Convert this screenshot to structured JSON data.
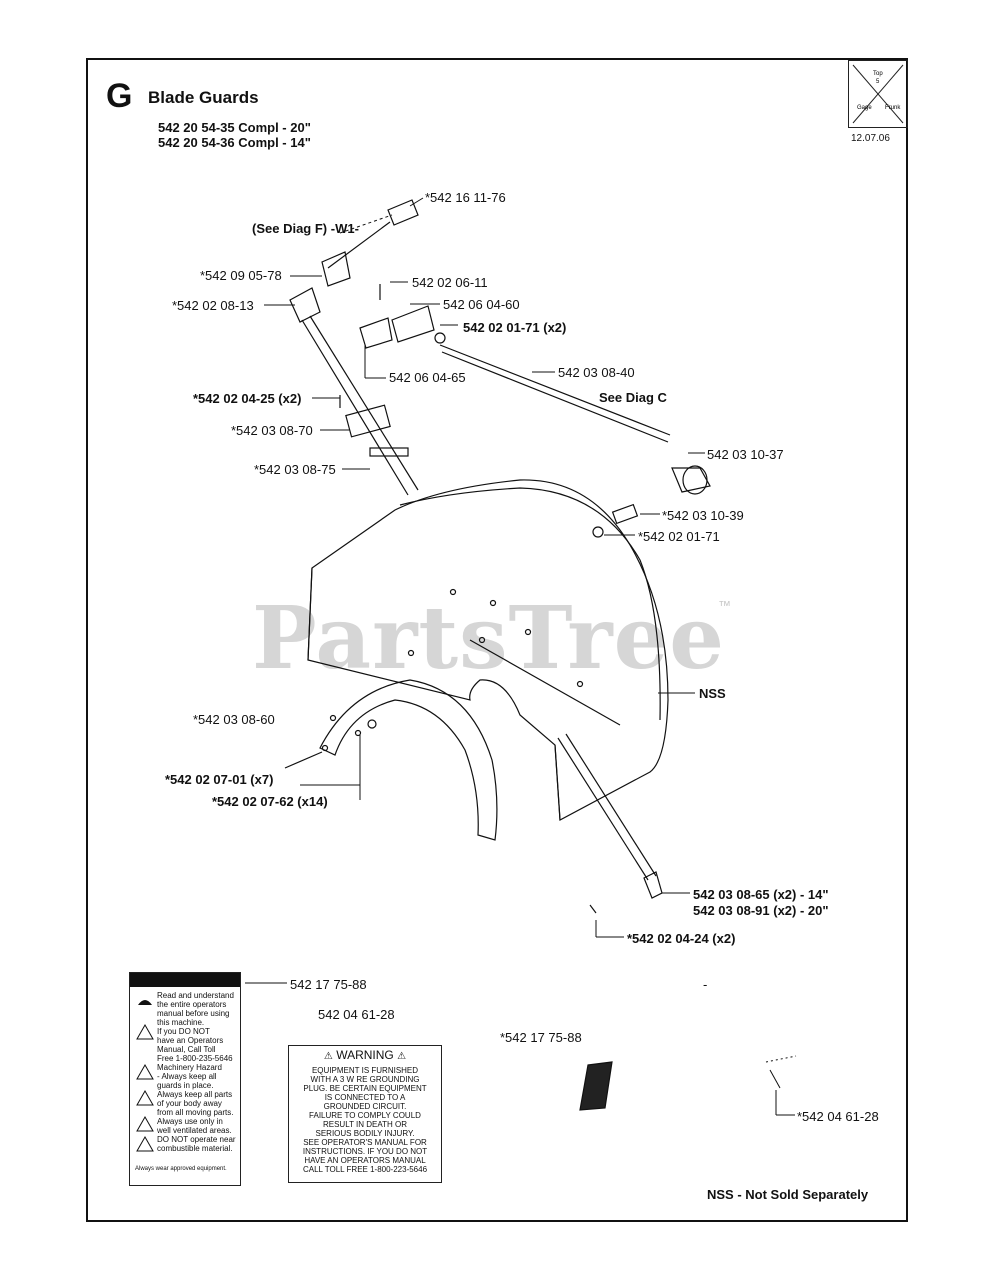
{
  "header": {
    "letter": "G",
    "title": "Blade Guards",
    "subtitles": [
      "542 20 54-35 Compl - 20\"",
      "542 20 54-36 Compl - 14\""
    ],
    "date": "12.07.06"
  },
  "logo": {
    "text_top": "Top",
    "text_mid": "5",
    "text_left": "Gage",
    "text_right": "Frunk"
  },
  "watermark": {
    "text": "PartsTree",
    "tm": "™"
  },
  "labels": {
    "p1": "*542 16 11-76",
    "p2": "(See Diag F) -W1-",
    "p3": "*542 09 05-78",
    "p4": "*542 02 08-13",
    "p5": "542 02 06-11",
    "p6": "542 06 04-60",
    "p7": "542 02 01-71 (x2)",
    "p8": "542 06 04-65",
    "p9": "542 03 08-40",
    "p10": "See Diag C",
    "p11": "*542 02 04-25 (x2)",
    "p12": "*542 03 08-70",
    "p13": "*542 03 08-75",
    "p14": "542 03 10-37",
    "p15": "*542 03 10-39",
    "p16": "*542 02 01-71",
    "p17": "NSS",
    "p18": "*542 03 08-60",
    "p19": "*542 02 07-01 (x7)",
    "p20": "*542 02 07-62 (x14)",
    "p21": "542 03 08-65 (x2) - 14\"",
    "p22": "542 03 08-91 (x2) - 20\"",
    "p23": "*542 02 04-24 (x2)",
    "p24": "542 17 75-88",
    "p25": "542 04 61-28",
    "p26": "*542 17 75-88",
    "p27": "*542 04 61-28",
    "dash": "-"
  },
  "decal_left": {
    "lines": [
      "Read and understand",
      "the entire operators",
      "manual before using",
      "this machine.",
      "If you DO NOT",
      "have an Operators",
      "Manual, Call Toll",
      "Free 1-800-235-5646",
      "Machinery Hazard",
      "- Always keep all",
      "guards in place.",
      "Always keep all parts",
      "of your body away",
      "from all moving parts.",
      "Always use only in",
      "well ventilated areas.",
      "DO NOT operate near",
      "combustible material.",
      "Always wear approved equipment."
    ]
  },
  "decal_warning": {
    "heading": "WARNING",
    "lines": [
      "EQUIPMENT IS FURNISHED",
      "WITH A 3 W RE GROUNDING",
      "PLUG. BE CERTAIN EQUIPMENT",
      "IS CONNECTED TO A",
      "GROUNDED CIRCUIT.",
      "FAILURE TO COMPLY COULD",
      "RESULT IN DEATH OR",
      "SERIOUS BODILY INJURY.",
      "SEE OPERATOR'S MANUAL FOR",
      "INSTRUCTIONS. IF YOU DO NOT",
      "HAVE AN OPERATORS MANUAL",
      "CALL TOLL FREE 1-800-223-5646"
    ]
  },
  "footer": {
    "note": "NSS - Not Sold Separately"
  }
}
